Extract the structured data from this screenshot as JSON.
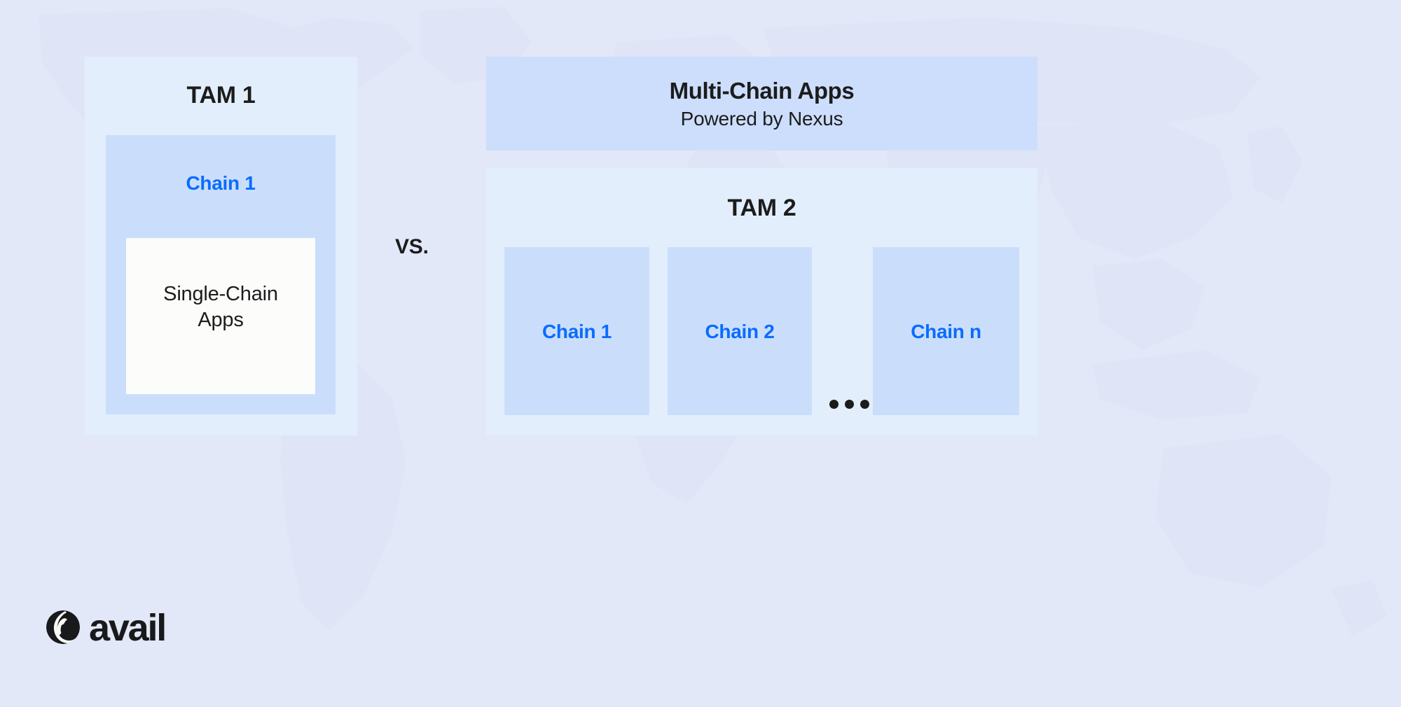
{
  "theme": {
    "background": "#f8f8f7",
    "dot_color": "#dfe5f6",
    "panel_light": "#e3eefc",
    "panel_band": "#ccdefc",
    "chain_box": "#cadefc",
    "app_box": "#fcfcfb",
    "accent_blue": "#0a6cff",
    "text_dark": "#1c1c1c"
  },
  "left": {
    "title": "TAM 1",
    "chain": {
      "label": "Chain 1"
    },
    "apps": {
      "line1": "Single-Chain",
      "line2": "Apps"
    }
  },
  "divider": {
    "label": "VS."
  },
  "right": {
    "band": {
      "title": "Multi-Chain Apps",
      "subtitle": "Powered by Nexus"
    },
    "title": "TAM 2",
    "chains": [
      {
        "label": "Chain 1"
      },
      {
        "label": "Chain 2"
      },
      {
        "label": "Chain n"
      }
    ],
    "ellipsis": "..."
  },
  "brand": {
    "name": "avail",
    "logo_icon": "avail-logo-icon"
  }
}
